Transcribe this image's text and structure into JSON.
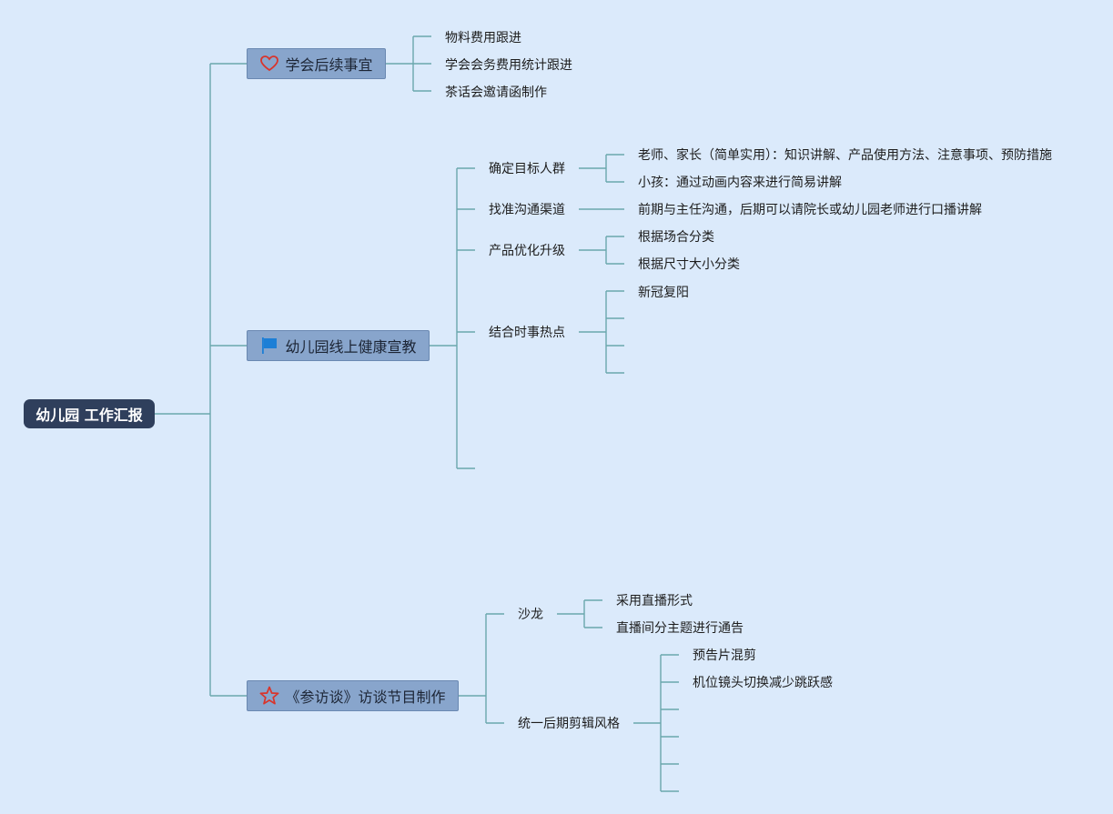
{
  "root": {
    "label": "幼儿园 工作汇报"
  },
  "branches": [
    {
      "label": "学会后续事宜",
      "icon": "heart-icon",
      "items": [
        "物料费用跟进",
        "学会会务费用统计跟进",
        "茶话会邀请函制作"
      ]
    },
    {
      "label": "幼儿园线上健康宣教",
      "icon": "flag-icon",
      "items": [
        {
          "label": "确定目标人群",
          "children": [
            "老师、家长（简单实用）：知识讲解、产品使用方法、注意事项、预防措施",
            "小孩：通过动画内容来进行简易讲解"
          ]
        },
        {
          "label": "找准沟通渠道",
          "children": [
            "前期与主任沟通，后期可以请院长或幼儿园老师进行口播讲解"
          ]
        },
        {
          "label": "产品优化升级",
          "children": [
            "根据场合分类",
            "根据尺寸大小分类"
          ]
        },
        {
          "label": "结合时事热点",
          "children": [
            "新冠复阳"
          ]
        }
      ]
    },
    {
      "label": "《参访谈》访谈节目制作",
      "icon": "star-icon",
      "items": [
        {
          "label": "沙龙",
          "children": [
            "采用直播形式",
            "直播间分主题进行通告"
          ]
        },
        {
          "label": "统一后期剪辑风格",
          "children": [
            "预告片混剪",
            "机位镜头切换减少跳跃感"
          ]
        }
      ]
    }
  ],
  "colors": {
    "background": "#dbeafb",
    "line": "#6aa7ad",
    "root": "#2f3f5c",
    "branch": "#88a5cc",
    "heart": "#d9342b",
    "flag": "#1d7fd6",
    "star": "#d9342b"
  }
}
